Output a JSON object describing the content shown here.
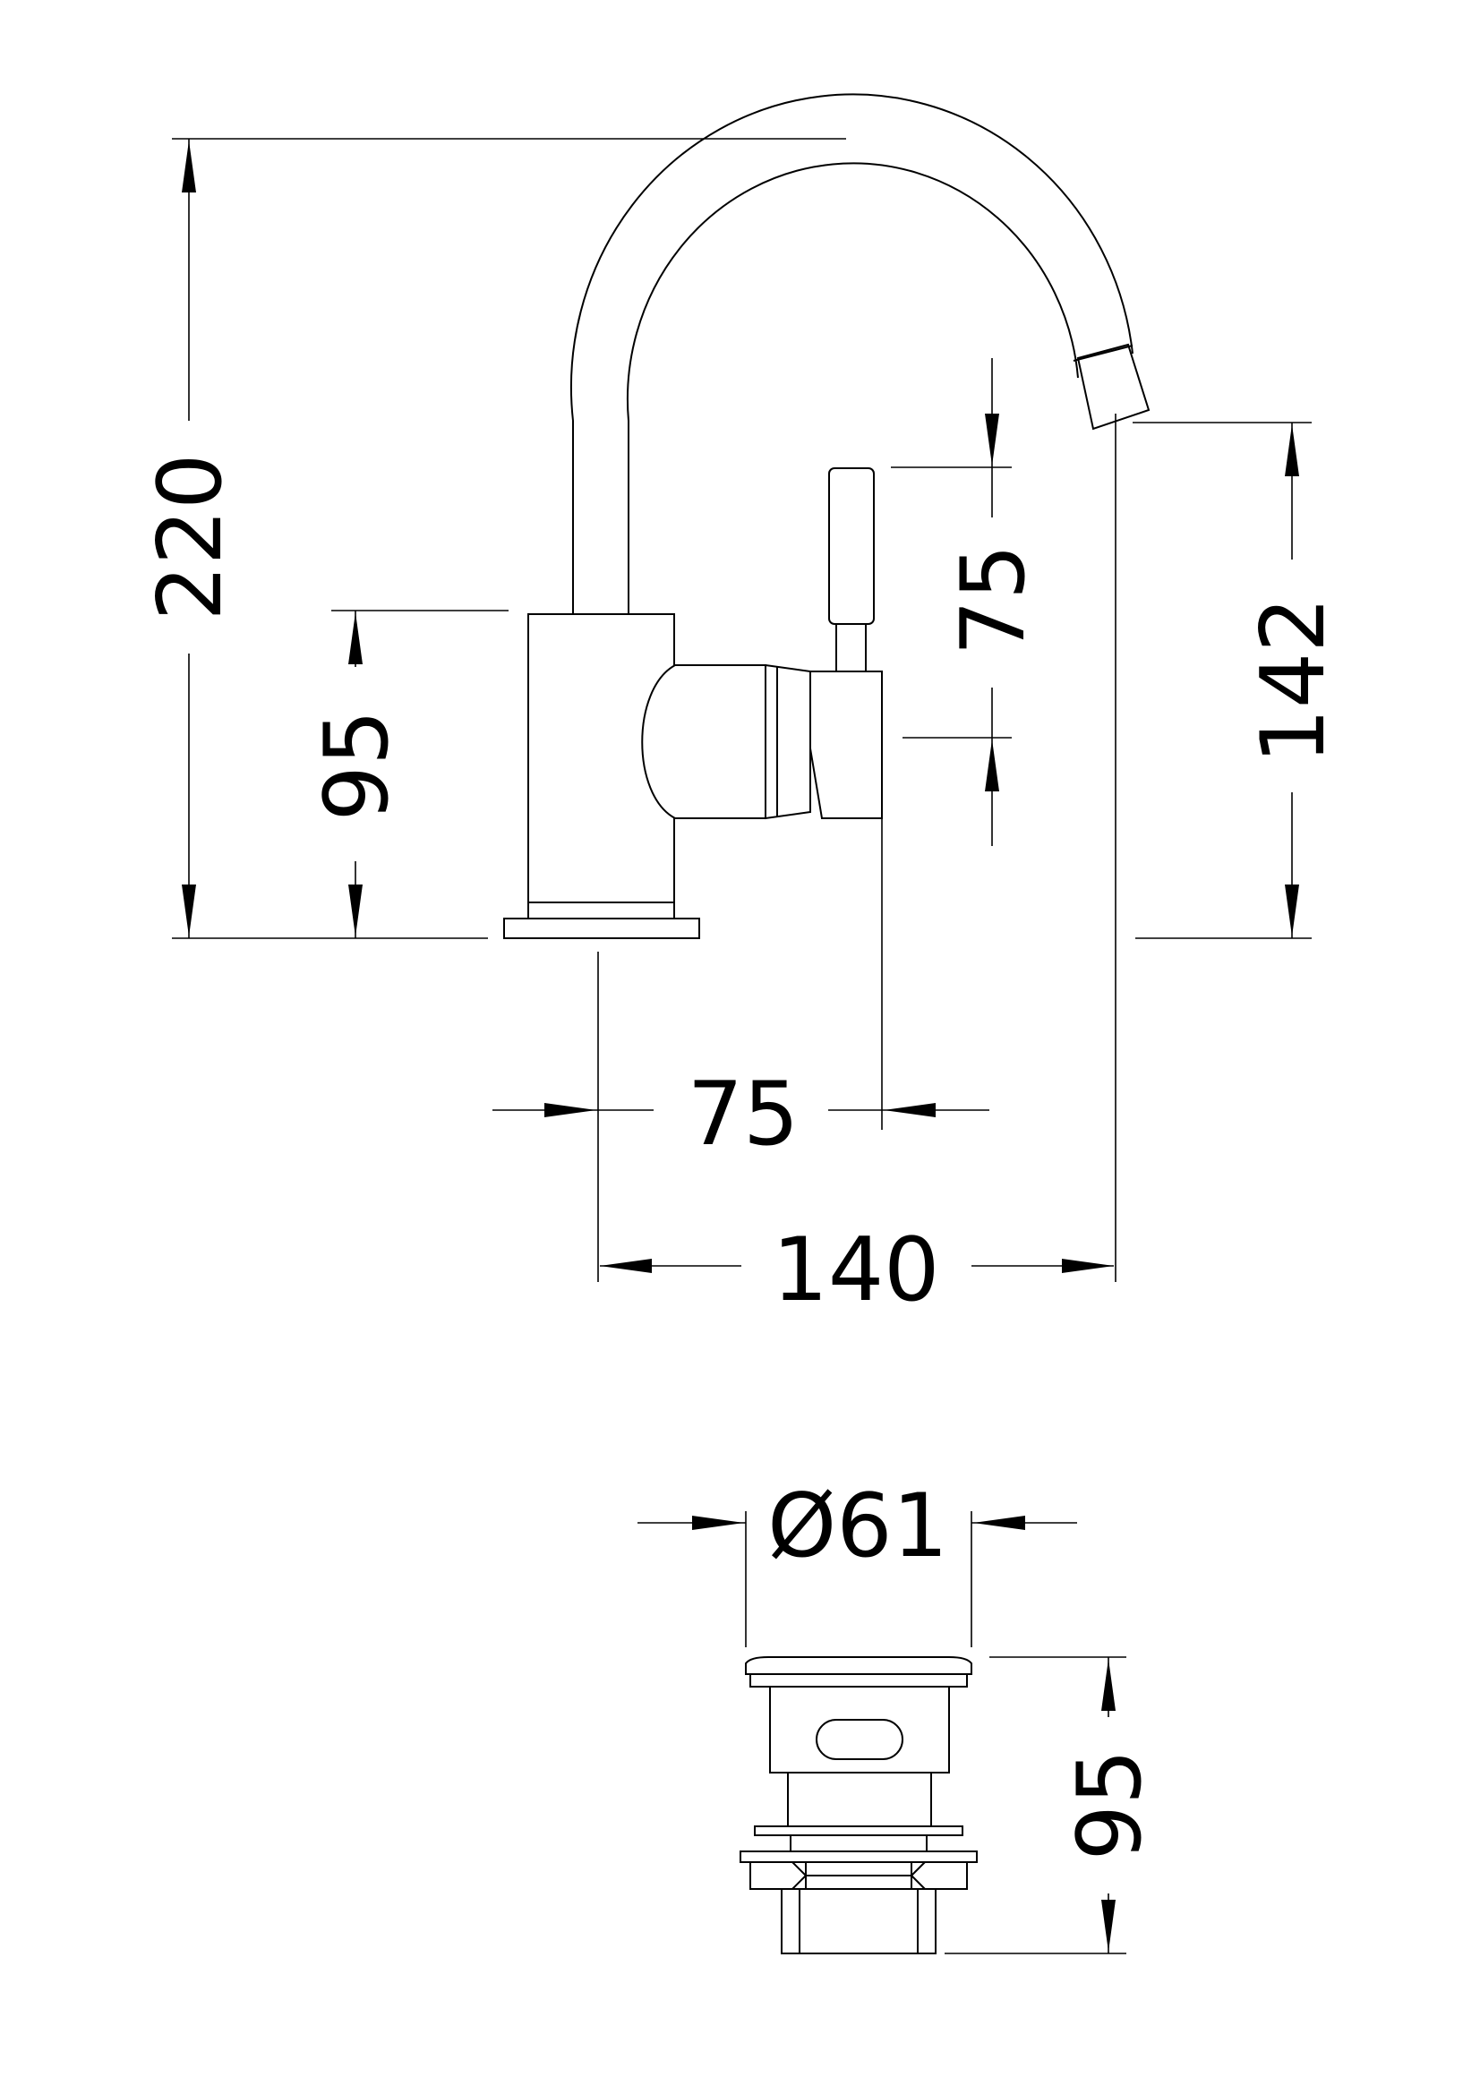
{
  "tap_dimensions": {
    "overall_height": "220",
    "base_to_lever": "95",
    "lever_height": "75",
    "spout_height": "142",
    "lever_projection": "75",
    "spout_reach": "140"
  },
  "waste_dimensions": {
    "diameter": "Ø61",
    "height": "95"
  }
}
